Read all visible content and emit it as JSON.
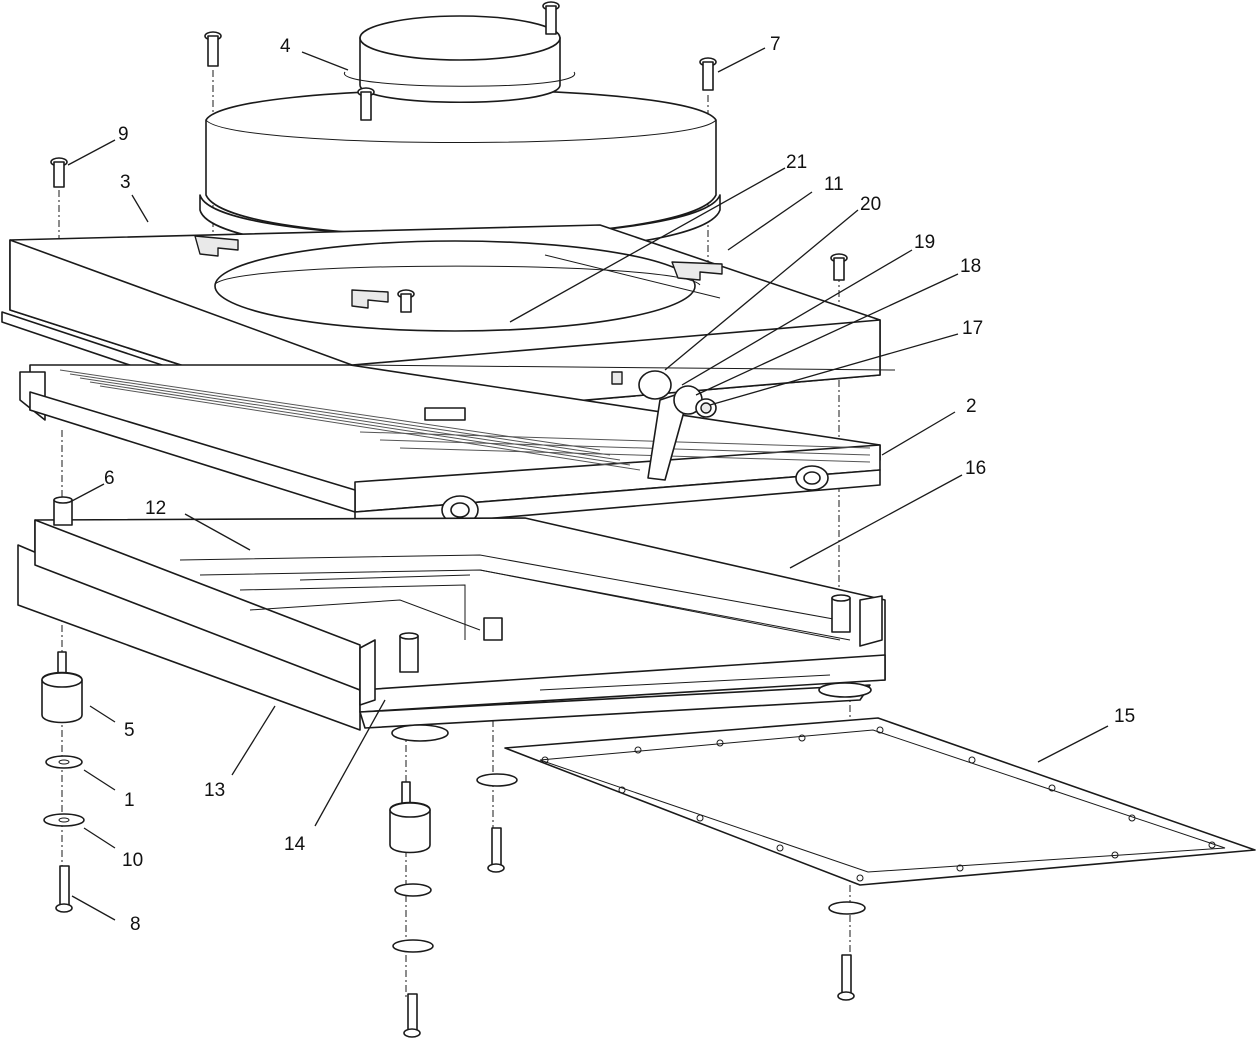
{
  "callouts": [
    "1",
    "2",
    "3",
    "4",
    "5",
    "6",
    "7",
    "8",
    "9",
    "10",
    "11",
    "12",
    "13",
    "14",
    "15",
    "16",
    "17",
    "18",
    "19",
    "20",
    "21"
  ],
  "line_color": "#1a1a1a",
  "background": "#ffffff"
}
